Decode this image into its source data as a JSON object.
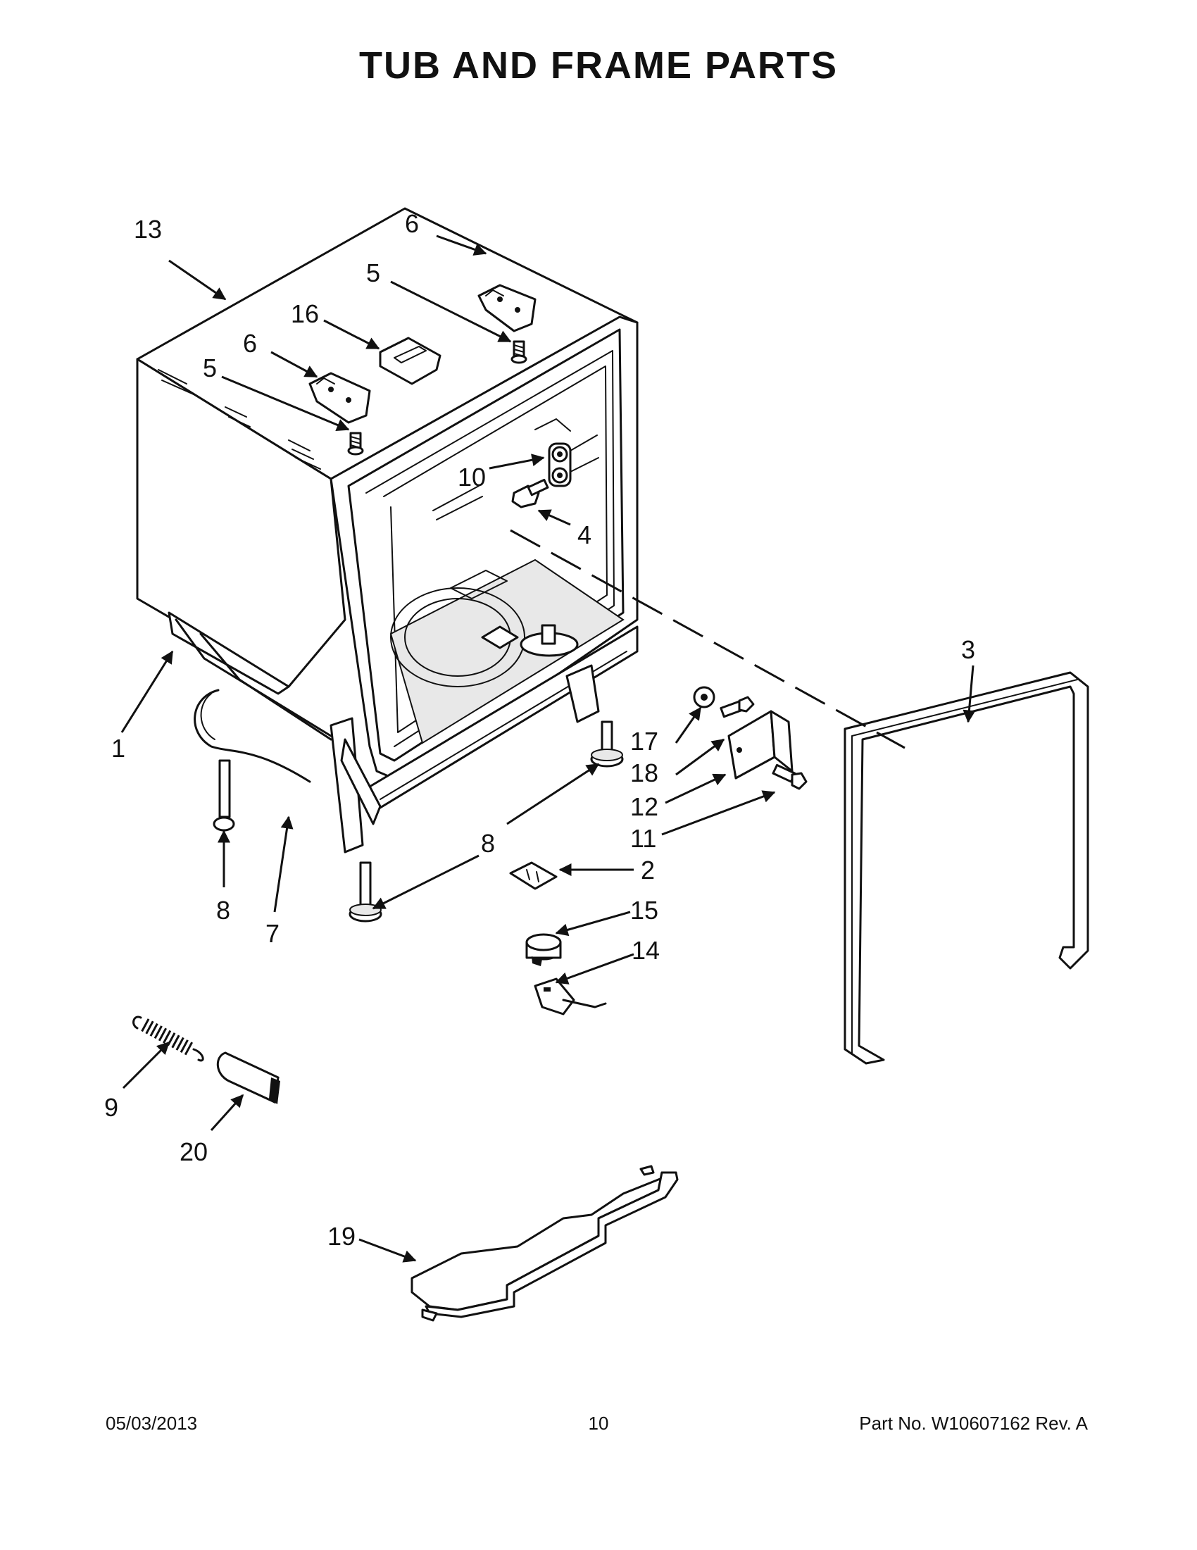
{
  "title": "TUB AND FRAME PARTS",
  "callouts": {
    "c1": "1",
    "c2": "2",
    "c3": "3",
    "c4": "4",
    "c5a": "5",
    "c5b": "5",
    "c6a": "6",
    "c6b": "6",
    "c7": "7",
    "c8a": "8",
    "c8b": "8",
    "c9": "9",
    "c10": "10",
    "c11": "11",
    "c12": "12",
    "c13": "13",
    "c14": "14",
    "c15": "15",
    "c16": "16",
    "c17": "17",
    "c18": "18",
    "c19": "19",
    "c20": "20"
  },
  "footer": {
    "date": "05/03/2013",
    "page": "10",
    "part_number": "Part No.  W10607162  Rev.  A"
  }
}
